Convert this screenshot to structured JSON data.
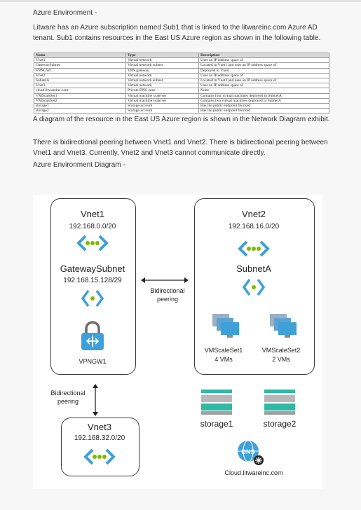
{
  "heading": "Azure Environment -",
  "intro": "Litware has an Azure subscription named Sub1 that is linked to the litwareinc.com Azure AD tenant. Sub1 contains resources in the East US Azure region as shown in the following table.",
  "table": {
    "headers": [
      "Name",
      "Type",
      "Description"
    ],
    "rows": [
      [
        "Vnet1",
        "Virtual network",
        "Uses an IP address space of"
      ],
      [
        "GatewaySubnet",
        "Virtual network subnet",
        "Located in Vnet1 and uses an IP address space of"
      ],
      [
        "VPNGW1",
        "VPN gateway",
        "Deployed to Vnet1"
      ],
      [
        "Vnet2",
        "Virtual network",
        "Uses an IP address space of"
      ],
      [
        "SubnetA",
        "Virtual network subnet",
        "Located in Vnet2 and uses an IP address space of"
      ],
      [
        "Vnet3",
        "Virtual network",
        "Uses an IP address space of"
      ],
      [
        "cloud.litwareinc.com",
        "Private DNS zone",
        "None"
      ],
      [
        "VMScaleSet1",
        "Virtual machine scale set",
        "Contains four virtual machines deployed to SubnetA"
      ],
      [
        "VMScaleSet2",
        "Virtual machine scale set",
        "Contains two virtual machines deployed to SubnetA"
      ],
      [
        "storage1",
        "Storage account",
        "Has the public endpoint blocked"
      ],
      [
        "storage2",
        "Storage account",
        "Has the public endpoint blocked"
      ]
    ]
  },
  "para2": "A diagram of the resource in the East US Azure region is shown in the Network Diagram exhibit.",
  "para3": "There is bidirectional peering between Vnet1 and Vnet2. There is bidirectional peering between Vnet1 and Vnet3. Currently, Vnet2 and Vnet3 cannot communicate directly.",
  "para4": "Azure Environment Diagram -",
  "diagram": {
    "vnet1": {
      "name": "Vnet1",
      "address": "192.168.0.0/20"
    },
    "gateway_subnet": {
      "name": "GatewaySubnet",
      "address": "192.168.15.128/29"
    },
    "vpngw": "VPNGW1",
    "vnet2": {
      "name": "Vnet2",
      "address": "192.168.16.0/20"
    },
    "subneta": "SubnetA",
    "vmss1": {
      "name": "VMScaleSet1",
      "count": "4 VMs"
    },
    "vmss2": {
      "name": "VMScaleSet2",
      "count": "2 VMs"
    },
    "peer_label_1": "Bidirectional",
    "peer_label_2": "peering",
    "vnet3": {
      "name": "Vnet3",
      "address": "192.168.32.0/20"
    },
    "storage1": "storage1",
    "storage2": "storage2",
    "dns_icon_text": "DNS",
    "dns_zone": "Cloud.litwareinc.com",
    "colors": {
      "vnet_blue": "#3ea0d8",
      "vnet_green": "#7fba00",
      "storage_teal": "#2fb9a3",
      "border": "#3b3b3b"
    }
  }
}
